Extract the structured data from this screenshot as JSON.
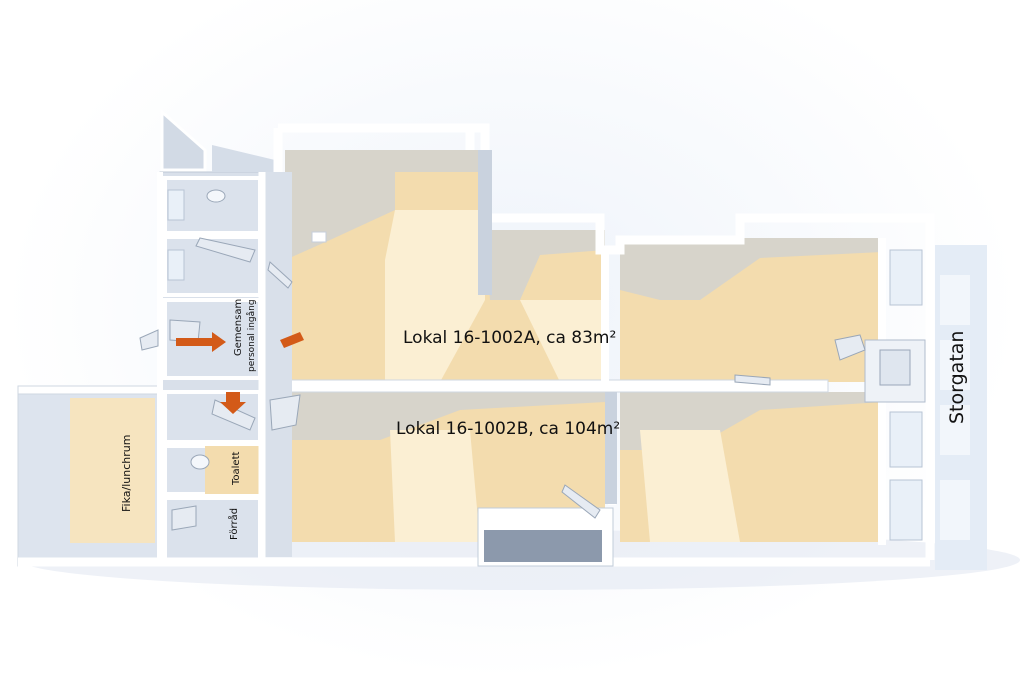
{
  "rooms": {
    "lokal_a": "Lokal 16-1002A, ca 83m²",
    "lokal_b": "Lokal 16-1002B, ca 104m²",
    "fika": "Fika/lunchrum",
    "gemensam": "Gemensam",
    "personal": "personal ingång",
    "toalett": "Toalett",
    "forrad": "Förråd"
  },
  "street": "Storgatan",
  "colors": {
    "floor": "#f3dcae",
    "wall": "#ffffff",
    "shadow": "#c7cfda",
    "arrow": "#d35a18",
    "street_facade": "#e4ecf6"
  }
}
